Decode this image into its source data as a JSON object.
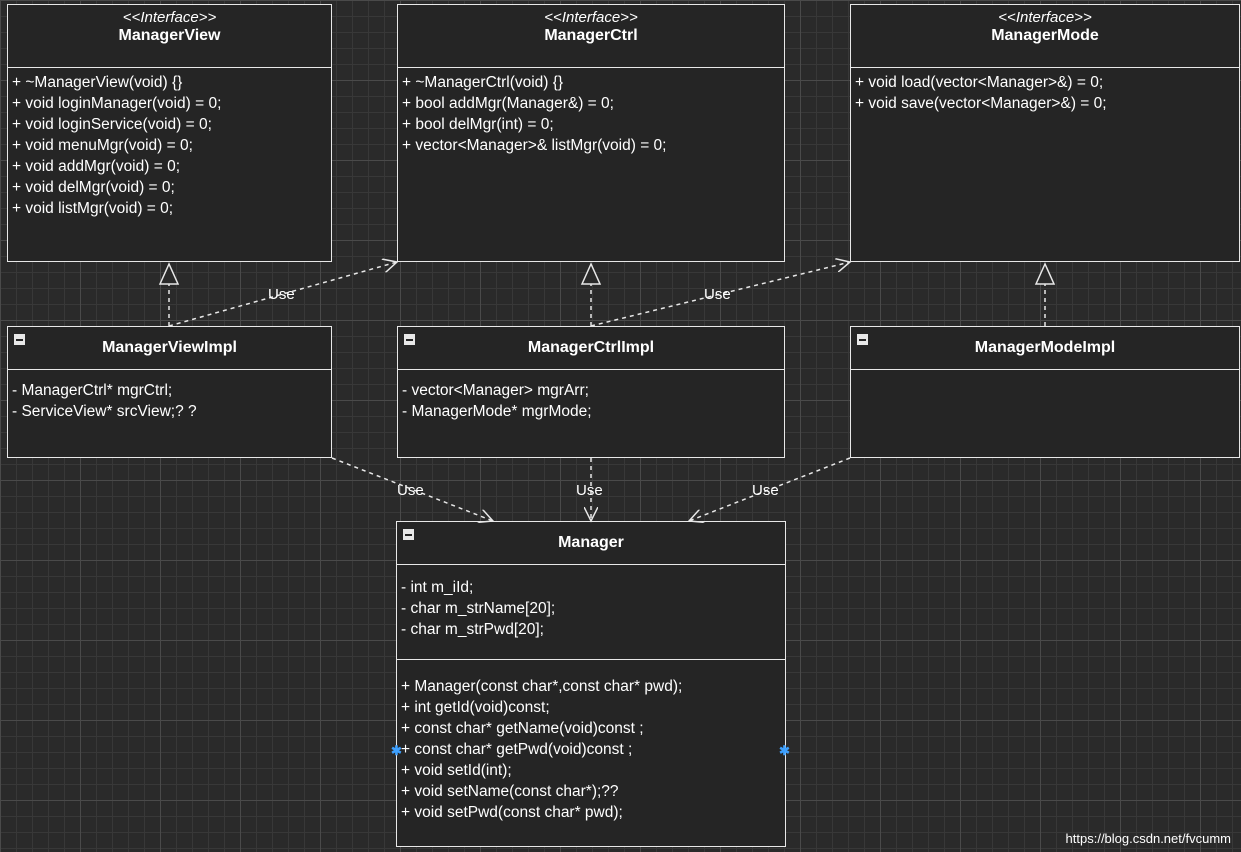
{
  "classes": {
    "managerView": {
      "stereotype": "<<Interface>>",
      "name": "ManagerView",
      "methods": [
        "+ ~ManagerView(void) {}",
        "+ void loginManager(void) = 0;",
        "+ void loginService(void) = 0;",
        "+ void menuMgr(void) = 0;",
        "+ void addMgr(void) = 0;",
        "+ void delMgr(void) = 0;",
        "+ void listMgr(void) = 0;"
      ]
    },
    "managerCtrl": {
      "stereotype": "<<Interface>>",
      "name": "ManagerCtrl",
      "methods": [
        "+ ~ManagerCtrl(void) {}",
        "+ bool addMgr(Manager&) = 0;",
        "+ bool delMgr(int) = 0;",
        "+ vector<Manager>& listMgr(void) = 0;"
      ]
    },
    "managerMode": {
      "stereotype": "<<Interface>>",
      "name": "ManagerMode",
      "methods": [
        "+ void load(vector<Manager>&) = 0;",
        "+ void save(vector<Manager>&) = 0;"
      ]
    },
    "managerViewImpl": {
      "name": "ManagerViewImpl",
      "attributes": [
        "- ManagerCtrl* mgrCtrl;",
        "- ServiceView* srcView;? ?"
      ]
    },
    "managerCtrlImpl": {
      "name": "ManagerCtrlImpl",
      "attributes": [
        "- vector<Manager> mgrArr;",
        "- ManagerMode* mgrMode;"
      ]
    },
    "managerModeImpl": {
      "name": "ManagerModeImpl",
      "attributes": []
    },
    "manager": {
      "name": "Manager",
      "attributes": [
        "- int m_iId;",
        "- char m_strName[20];",
        "- char m_strPwd[20];"
      ],
      "methods": [
        "+ Manager(const char*,const char* pwd);",
        "+ int getId(void)const;",
        "+ const char* getName(void)const ;",
        "+ const char* getPwd(void)const ;",
        "+ void setId(int);",
        "+ void setName(const char*);??",
        "+ void setPwd(const char* pwd);"
      ]
    }
  },
  "links": {
    "use1": "Use",
    "use2": "Use",
    "use3": "Use",
    "use4": "Use",
    "use5": "Use"
  },
  "credit": "https://blog.csdn.net/fvcumm",
  "colors": {
    "background": "#2a2a2a",
    "line": "#e8e8e8",
    "marker": "#3da0ff"
  }
}
